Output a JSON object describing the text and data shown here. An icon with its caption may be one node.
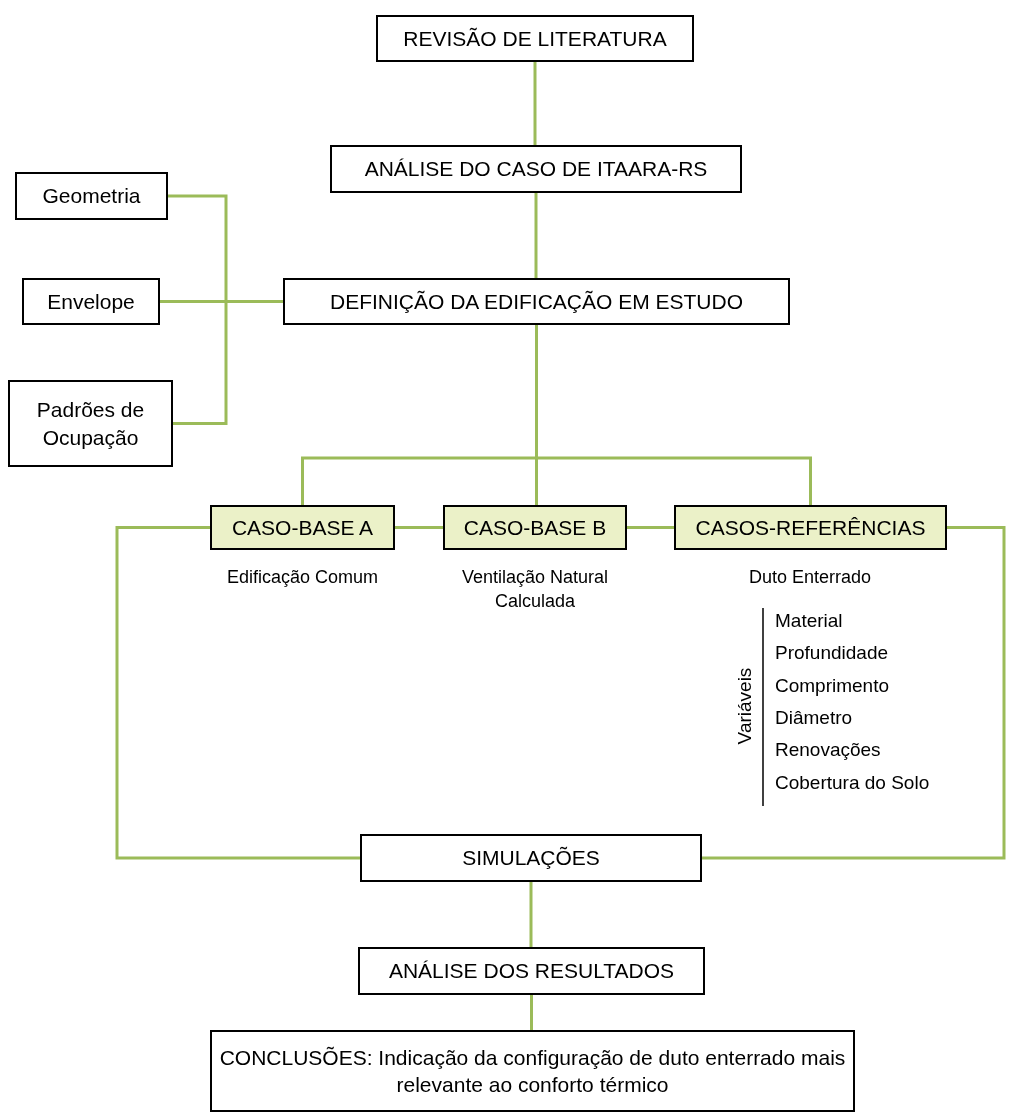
{
  "diagram": {
    "nodes": [
      {
        "text": [
          "REVISÃO DE LITERATURA"
        ]
      },
      {
        "text": [
          "ANÁLISE DO CASO DE ITAARA-RS"
        ]
      },
      {
        "text": [
          "Geometria"
        ]
      },
      {
        "text": [
          "Envelope"
        ]
      },
      {
        "text": [
          "Padrões de Ocupação"
        ]
      },
      {
        "text": [
          "DEFINIÇÃO DA EDIFICAÇÃO EM ESTUDO"
        ]
      },
      {
        "text": [
          "CASO-BASE A"
        ],
        "beside": [
          "Edificação Comum"
        ]
      },
      {
        "text": [
          "CASO-BASE B"
        ],
        "beside": [
          "Ventilação Natural Calculada"
        ]
      },
      {
        "text": [
          "CASOS-REFERÊNCIAS"
        ],
        "beside": [
          "Duto Enterrado"
        ]
      },
      {
        "text": [
          "SIMULAÇÕES"
        ]
      },
      {
        "text": [
          "ANÁLISE DOS RESULTADOS"
        ]
      },
      {
        "text": [
          "CONCLUSÕES: Indicação da configuração de duto enterrado mais relevante ao conforto térmico"
        ]
      }
    ],
    "edges": [
      {
        "from": 0,
        "to": 1,
        "arrow": "none"
      },
      {
        "from": 1,
        "to": 5,
        "arrow": "none"
      },
      {
        "from": 2,
        "to": 5,
        "arrow": "none"
      },
      {
        "from": 3,
        "to": 5,
        "arrow": "none"
      },
      {
        "from": 4,
        "to": 5,
        "arrow": "none"
      },
      {
        "from": 5,
        "to": 6,
        "arrow": "none"
      },
      {
        "from": 5,
        "to": 7,
        "arrow": "none"
      },
      {
        "from": 5,
        "to": 8,
        "arrow": "none"
      },
      {
        "from": 6,
        "to": 7,
        "arrow": "none"
      },
      {
        "from": 7,
        "to": 8,
        "arrow": "none"
      },
      {
        "from": 6,
        "to": 9,
        "arrow": "none"
      },
      {
        "from": 8,
        "to": 9,
        "arrow": "none"
      },
      {
        "from": 9,
        "to": 10,
        "arrow": "none"
      },
      {
        "from": 10,
        "to": 11,
        "arrow": "none"
      }
    ],
    "labels": [
      "Variáveis",
      "Material",
      "Profundidade",
      "Comprimento",
      "Diâmetro",
      "Renovações",
      "Cobertura do Solo"
    ]
  }
}
